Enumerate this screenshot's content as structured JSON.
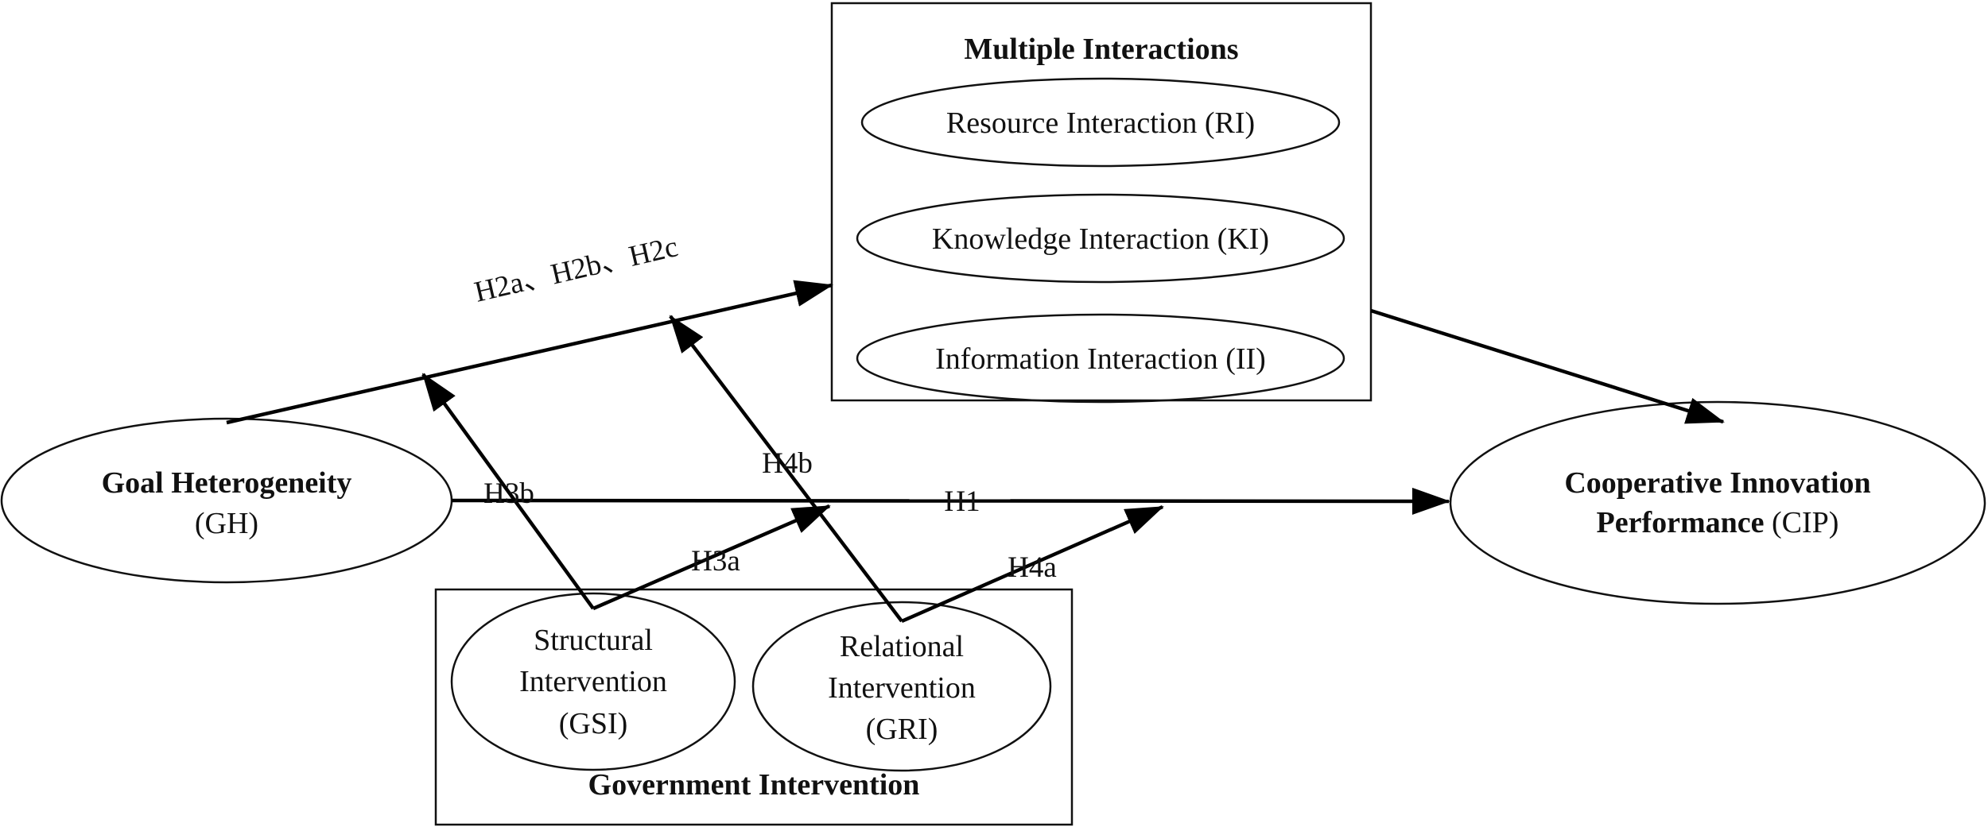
{
  "multiple_interactions": {
    "title": "Multiple Interactions",
    "items": [
      "Resource Interaction (RI)",
      "Knowledge Interaction (KI)",
      "Information Interaction (II)"
    ]
  },
  "goal_heterogeneity": {
    "name": "Goal Heterogeneity",
    "abbr": "(GH)"
  },
  "cooperative_innovation": {
    "line1": "Cooperative Innovation",
    "line2_bold": "Performance",
    "line2_abbr": " (CIP)"
  },
  "government_intervention": {
    "title": "Government Intervention",
    "structural": [
      "Structural",
      "Intervention",
      "(GSI)"
    ],
    "relational": [
      "Relational",
      "Intervention",
      "(GRI)"
    ]
  },
  "hypotheses": {
    "h1": "H1",
    "h2": "H2a、H2b、H2c",
    "h3a": "H3a",
    "h3b": "H3b",
    "h4a": "H4a",
    "h4b": "H4b"
  }
}
